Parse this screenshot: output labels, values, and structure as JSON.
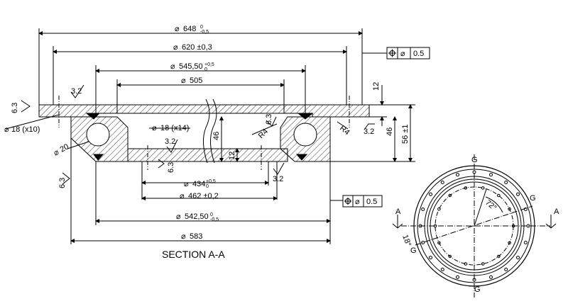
{
  "section_title": "SECTION A-A",
  "dims": {
    "d648": "648",
    "d648_tol_upper": "0",
    "d648_tol_lower": "-0,5",
    "d620": "620 ±0,3",
    "d545": "545,50",
    "d545_tol_upper": "+0,5",
    "d545_tol_lower": "0",
    "d505": "505",
    "d18x10": "18 (x10)",
    "d20": "20",
    "d18x14": "18 (x14)",
    "d434": "434",
    "d434_tol_upper": "+0,5",
    "d434_tol_lower": "0",
    "d462": "462 ±0,2",
    "d542": "542,50",
    "d542_tol_upper": "0",
    "d542_tol_lower": "-0,5",
    "d583": "583",
    "h12_top": "12",
    "h46_right": "46",
    "h56": "56 ±1",
    "h46_mid": "46",
    "h12_mid": "12",
    "r4_left": "R4",
    "r4_right": "R4"
  },
  "roughness": {
    "r1": "3.2",
    "r2": "6.3",
    "r3": "3.2",
    "r4": "3.2",
    "r5": "6.3",
    "r6": "6.3",
    "r7": "3.2",
    "r8": "6.3"
  },
  "tolerance_frames": {
    "top_value": "0.5",
    "bottom_value": "0.5"
  },
  "view": {
    "marker_a_left": "A",
    "marker_a_right": "A",
    "angle_72": "72°",
    "angle_18": "18°",
    "g_top": "G",
    "g_right": "G",
    "g_left": "G",
    "g_bottom": "G"
  }
}
